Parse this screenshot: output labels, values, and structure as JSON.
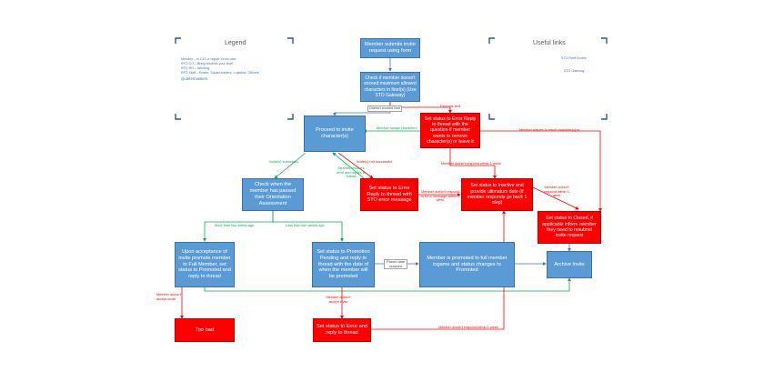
{
  "legend": {
    "title": "Legend",
    "items": [
      "Member – is C13 or higher forum user",
      "RFO CO – Bring resolves your level",
      "RFO RO – Working",
      "RFO Staff – Roster, Squad leaders, Logistics, Officers"
    ],
    "footer": "Quartermasters"
  },
  "links": {
    "title": "Useful links",
    "items": [
      "STO Fleet Invites",
      "STO Gateway"
    ]
  },
  "nodes": {
    "submit": "Member submits invite request using form",
    "check_chars": "Check if member doesn't exceed maximum allowed characters in fleet(s) (Use STO Gateway)",
    "proceed": "Proceed to invite character(s)",
    "error_reply": "Set status to Error Reply to thread with the question if member wants to remove character(s) or leave it",
    "check_oa": "Check when the member has passed their Orientation Assessment",
    "error_sto": "Set status to Error Reply to thread with STO error message",
    "inactive": "Set status to Inactive and provide ultimatum date (if member responds go back 1 step)",
    "closed": "Set status to Closed, if applicable inform member they need to resubmit invite request",
    "accept_full": "Upon acceptance of invite promote member to Full Member, set status to Promoted and reply to thread",
    "pending": "Set status to Promotion Pending and reply to thread with the date of when the member will be promoted",
    "promoted": "Member is promoted to full member ingame and status changes to Promoted",
    "archive": "Archive Invite",
    "too_bad": "Too bad",
    "error_bottom": "Set status to Error and reply to thread"
  },
  "labels": {
    "doesnt_exceed": "Doesn't exceed limit",
    "exceeds": "Exceeds limit",
    "removes_chars": "Member swaps characters",
    "wishes_leave": "Member wishes to leave character(s) in",
    "invites_success": "Invite(s) successful",
    "invites_fail": "Invite(s) not successful",
    "resolves_error": "Member resolves error and replies to thread",
    "no_respond_1w_a": "Member doesn't respond within 1 week",
    "no_respond_2w": "Member doesn't respond to error message within 1 week",
    "no_respond_1w_b": "Member doesn't respond within 1 week",
    "more_two": "More than two weeks ago",
    "less_two": "Less than two weeks ago",
    "promo_date": "Promo date reached",
    "no_accept": "Member doesn't accept invite",
    "no_accept_2": "Member doesn't accept invite",
    "no_respond_bottom": "Member doesn't respond within 1 week"
  },
  "colors": {
    "blue": "#5b9bd5",
    "red": "#ff0000",
    "green": "#00b050",
    "text_blue": "#4472c4"
  }
}
